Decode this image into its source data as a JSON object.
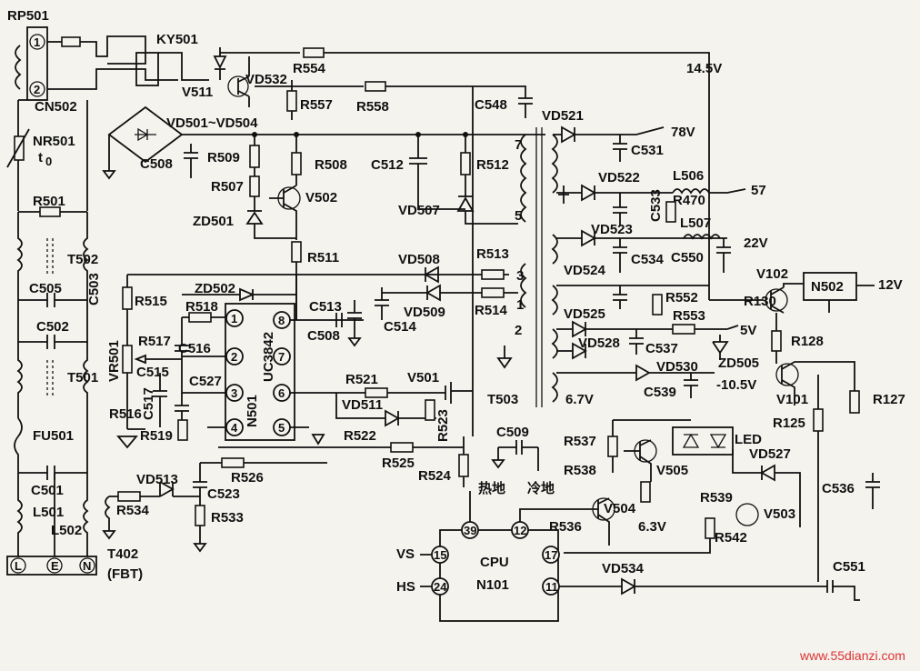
{
  "labels": {
    "RP501": "RP501",
    "KY501": "KY501",
    "CN502": "CN502",
    "VD532": "VD532",
    "V511": "V511",
    "R554": "R554",
    "R557": "R557",
    "R558": "R558",
    "C548": "C548",
    "v14_5": "14.5V",
    "VD501_504": "VD501~VD504",
    "NR501": "NR501",
    "t0": "t",
    "t0_sub": "0",
    "C508a": "C508",
    "R501": "R501",
    "T502": "T502",
    "C505": "C505",
    "C503": "C503",
    "C502": "C502",
    "T501": "T501",
    "FU501": "FU501",
    "C501": "C501",
    "L501": "L501",
    "L502": "L502",
    "plug_L": "L",
    "plug_E": "E",
    "plug_N": "N",
    "R509": "R509",
    "R507": "R507",
    "R508": "R508",
    "V502": "V502",
    "ZD501": "ZD501",
    "R511": "R511",
    "C512": "C512",
    "R512": "R512",
    "VD507": "VD507",
    "VD508": "VD508",
    "R513": "R513",
    "VD509": "VD509",
    "R514": "R514",
    "C513": "C513",
    "C514": "C514",
    "C508b": "C508",
    "R515": "R515",
    "ZD502": "ZD502",
    "R518": "R518",
    "VR501": "VR501",
    "R517": "R517",
    "C516": "C516",
    "C515": "C515",
    "C517": "C517",
    "C527": "C527",
    "R516": "R516",
    "R519": "R519",
    "N501": "N501",
    "UC3842": "UC3842",
    "pin1": "1",
    "pin2": "2",
    "pin3": "3",
    "pin4": "4",
    "pin5": "5",
    "pin6": "6",
    "pin7": "7",
    "pin8": "8",
    "R521": "R521",
    "V501": "V501",
    "VD511": "VD511",
    "R522": "R522",
    "R523": "R523",
    "R525": "R525",
    "R524": "R524",
    "R526": "R526",
    "VD513": "VD513",
    "C523": "C523",
    "R534": "R534",
    "R533": "R533",
    "T402": "T402",
    "FBT": "(FBT)",
    "C509": "C509",
    "hot_gnd": "热地",
    "cold_gnd": "冷地",
    "VD521": "VD521",
    "v78": "78V",
    "C531": "C531",
    "VD522": "VD522",
    "L506": "L506",
    "C533": "C533",
    "R470": "R470",
    "v57": "57",
    "VD523": "VD523",
    "L507": "L507",
    "C534": "C534",
    "C550": "C550",
    "v22": "22V",
    "VD524": "VD524",
    "R552": "R552",
    "VD525": "VD525",
    "R553": "R553",
    "v5": "5V",
    "VD528": "VD528",
    "C537": "C537",
    "ZD505": "ZD505",
    "VD530": "VD530",
    "vneg10_5": "-10.5V",
    "C539": "C539",
    "T503": "T503",
    "v6_7": "6.7V",
    "V102": "V102",
    "N502": "N502",
    "v12": "12V",
    "R130": "R130",
    "R128": "R128",
    "V101": "V101",
    "R127": "R127",
    "R125": "R125",
    "R537": "R537",
    "LED": "LED",
    "R538": "R538",
    "V505": "V505",
    "VD527": "VD527",
    "C536": "C536",
    "V504": "V504",
    "v6_3": "6.3V",
    "R539": "R539",
    "V503": "V503",
    "R536": "R536",
    "R542": "R542",
    "CPU": "CPU",
    "N101": "N101",
    "VS": "VS",
    "HS": "HS",
    "cpin39": "39",
    "cpin12": "12",
    "cpin15": "15",
    "cpin17": "17",
    "cpin24": "24",
    "cpin11": "11",
    "VD534": "VD534",
    "C551": "C551",
    "tp7": "7",
    "tp5": "5",
    "tp3": "3",
    "tp1": "1",
    "tp2": "2",
    "rp1": "1",
    "rp2": "2"
  },
  "watermark": "www.55dianzi.com"
}
